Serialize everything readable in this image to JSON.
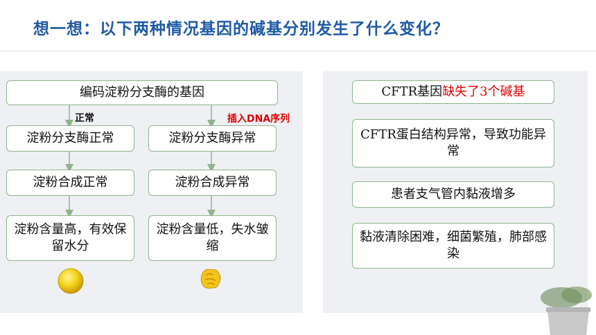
{
  "title": "想一想：以下两种情况基因的碱基分别发生了什么变化？",
  "left": {
    "top_box": "编码淀粉分支酶的基因",
    "label_normal": "正常",
    "label_insert": "插入DNA序列",
    "normal_branch": [
      "淀粉分支酶正常",
      "淀粉合成正常",
      "淀粉含量高，有效保留水分"
    ],
    "abnormal_branch": [
      "淀粉分支酶异常",
      "淀粉合成异常",
      "淀粉含量低，失水皱缩"
    ]
  },
  "right": {
    "top_prefix": "CFTR基因",
    "top_highlight": "缺失了3个碱基",
    "steps": [
      "CFTR蛋白结构异常，导致功能异常",
      "患者支气管内黏液增多",
      "黏液清除困难，细菌繁殖，肺部感染"
    ]
  },
  "colors": {
    "title": "#1f5aa6",
    "highlight": "#e00000",
    "box_border": "#8fb48c",
    "arrow": "#8fb48c",
    "panel": "#eef0f3"
  },
  "icons": [
    "round-pea-icon",
    "wrinkled-pea-icon",
    "plant-pot-icon"
  ]
}
